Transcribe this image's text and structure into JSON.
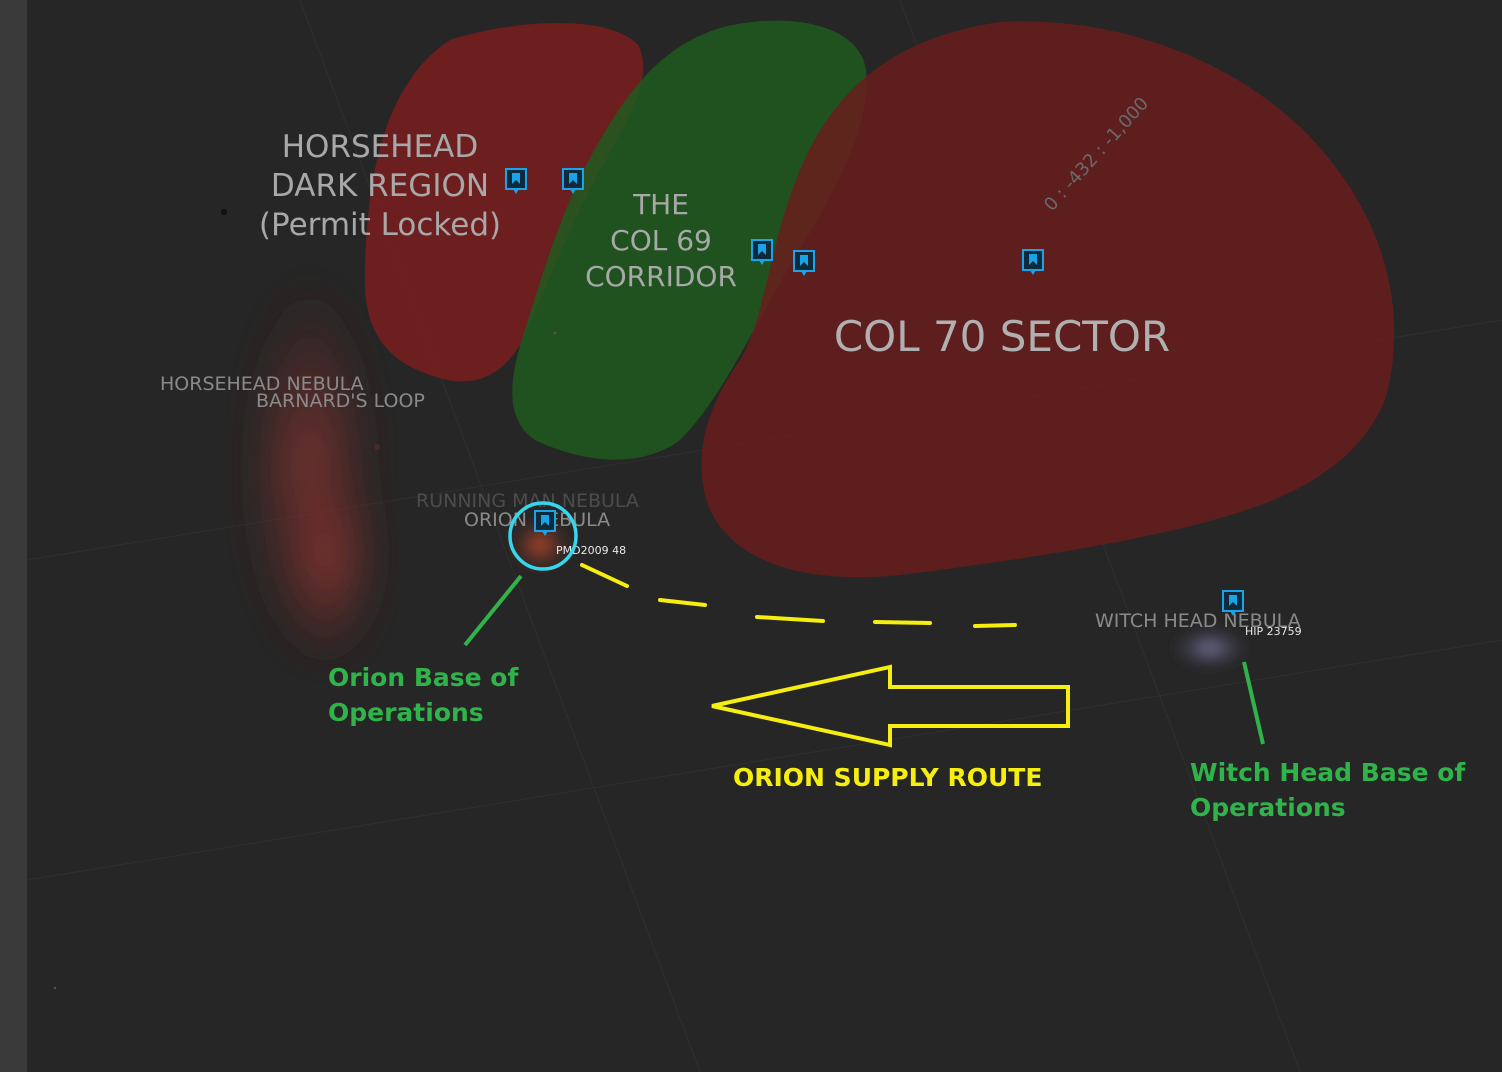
{
  "regions": {
    "horsehead": {
      "line1": "HORSEHEAD",
      "line2": "DARK REGION",
      "line3": "(Permit Locked)",
      "color": "#7a1e1e"
    },
    "corridor": {
      "line1": "THE",
      "line2": "COL 69",
      "line3": "CORRIDOR",
      "color": "#1f5a1f"
    },
    "col70": {
      "label": "COL 70 SECTOR",
      "color": "#6a1d1d"
    }
  },
  "nebula_labels": {
    "horsehead_nebula": "HORSEHEAD NEBULA",
    "barnards_loop": "BARNARD'S LOOP",
    "running_man": "RUNNING MAN NEBULA",
    "orion_nebula": "ORION NEBULA",
    "witch_head": "WITCH HEAD NEBULA"
  },
  "system_labels": {
    "orion_system": "PMD2009 48",
    "witch_system": "HIP 23759"
  },
  "coordinate_readout": "0 : -432 : -1,000",
  "annotations": {
    "orion_base": {
      "line1": "Orion Base of",
      "line2": "Operations"
    },
    "witch_base": {
      "line1": "Witch Head Base of",
      "line2": "Operations"
    },
    "supply_route": "ORION SUPPLY ROUTE"
  },
  "colors": {
    "background": "#262626",
    "annotation_green": "#2fb34a",
    "route_yellow": "#f5ee10",
    "bookmark_blue": "#1aa3e8",
    "selection_cyan": "#35d6ee",
    "map_label_gray": "#8e8e8e"
  },
  "icons": [
    "bookmark-icon",
    "selection-ring-icon"
  ]
}
